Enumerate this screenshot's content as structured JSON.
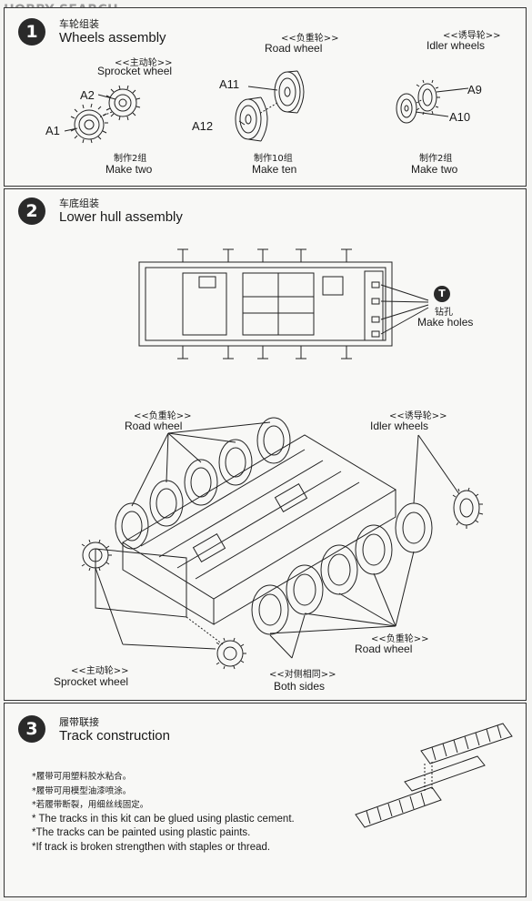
{
  "watermark": "HOBBY SEARCH",
  "step1": {
    "number": "1",
    "title_zh": "车轮组装",
    "title_en": "Wheels assembly",
    "sprocket": {
      "zh": "<<主动轮>>",
      "en": "Sprocket wheel",
      "parts": [
        "A2",
        "A1"
      ],
      "qty_zh": "制作2组",
      "qty_en": "Make two"
    },
    "road": {
      "zh": "<<负重轮>>",
      "en": "Road    wheel",
      "parts": [
        "A11",
        "A12"
      ],
      "qty_zh": "制作10组",
      "qty_en": "Make ten"
    },
    "idler": {
      "zh": "<<诱导轮>>",
      "en": "Idler wheels",
      "parts": [
        "A9",
        "A10"
      ],
      "qty_zh": "制作2组",
      "qty_en": "Make two"
    }
  },
  "step2": {
    "number": "2",
    "title_zh": "车底组装",
    "title_en": "Lower hull assembly",
    "hole_marker": "T",
    "hole_zh": "钻孔",
    "hole_en": "Make holes",
    "road_top": {
      "zh": "<<负重轮>>",
      "en": "Road    wheel"
    },
    "idler": {
      "zh": "<<诱导轮>>",
      "en": "Idler wheels"
    },
    "road_bottom": {
      "zh": "<<负重轮>>",
      "en": "Road    wheel"
    },
    "sprocket": {
      "zh": "<<主动轮>>",
      "en": "Sprocket wheel"
    },
    "both": {
      "zh": "<<对侧相同>>",
      "en": "Both sides"
    }
  },
  "step3": {
    "number": "3",
    "title_zh": "履带联接",
    "title_en": "Track construction",
    "notes": [
      "*履带可用塑料胶水粘合。",
      "*履带可用模型油漆喷涂。",
      "*若履带断裂，用细丝线固定。",
      "* The tracks in this kit can be glued using plastic cement.",
      "*The tracks can be painted using plastic paints.",
      "*If track is broken strengthen with staples or thread."
    ]
  }
}
